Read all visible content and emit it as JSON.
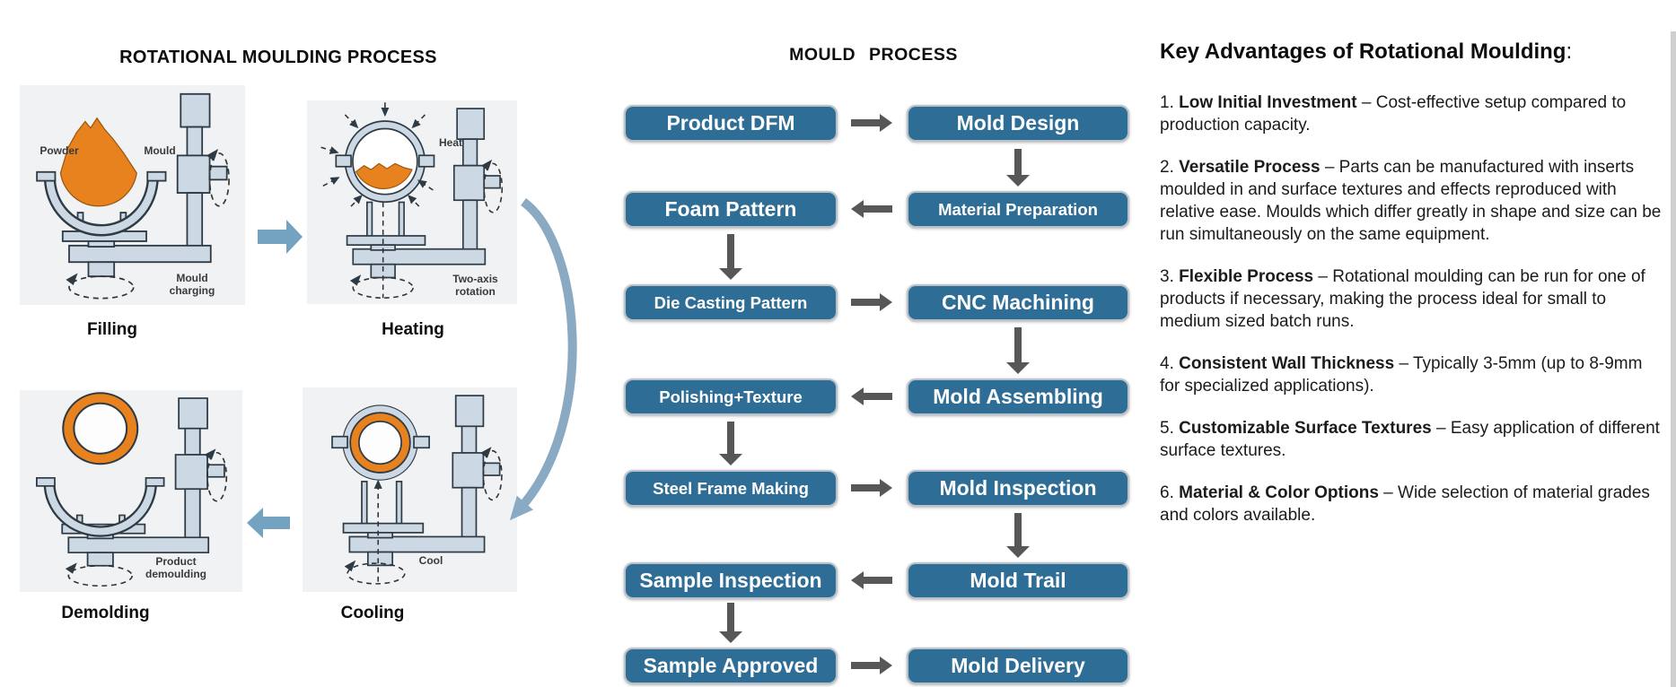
{
  "colors": {
    "flow_box_blue": "#2e6d96",
    "flow_arrow_gray": "#575757",
    "step_arrow_blue": "#74a3c2",
    "curved_arrow_blue": "#8aa9c2",
    "material_orange": "#e8821e",
    "machine_fill": "#ccd9e4",
    "panel_background": "#f0f2f3"
  },
  "rotomoulding": {
    "title": "ROTATIONAL MOULDING PROCESS",
    "steps": [
      {
        "caption": "Filling",
        "labels": [
          "Powder",
          "Mould",
          "Mould charging"
        ]
      },
      {
        "caption": "Heating",
        "labels": [
          "Heat",
          "Two-axis rotation"
        ]
      },
      {
        "caption": "Demolding",
        "labels": [
          "Product demoulding"
        ]
      },
      {
        "caption": "Cooling",
        "labels": [
          "Cool"
        ]
      }
    ]
  },
  "mould_process": {
    "title": "MOULD PROCESS",
    "left_column": [
      "Product DFM",
      "Foam Pattern",
      "Die Casting Pattern",
      "Polishing+Texture",
      "Steel Frame Making",
      "Sample Inspection",
      "Sample Approved"
    ],
    "right_column": [
      "Mold Design",
      "Material Preparation",
      "CNC Machining",
      "Mold Assembling",
      "Mold Inspection",
      "Mold Trail",
      "Mold Delivery"
    ]
  },
  "advantages": {
    "heading": "Key Advantages of Rotational Moulding",
    "heading_suffix": ":",
    "items": [
      {
        "number": "1.",
        "title": "Low Initial Investment",
        "text": "– Cost-effective setup compared to production capacity."
      },
      {
        "number": "2.",
        "title": "Versatile Process",
        "text": "– Parts can be manufactured with inserts moulded in and surface textures and effects reproduced with relative ease. Moulds which differ greatly in shape and size can be run simultaneously on the same equipment."
      },
      {
        "number": "3.",
        "title": "Flexible Process",
        "text": "– Rotational moulding can be run for one of products if necessary, making the process ideal for small to medium sized batch runs."
      },
      {
        "number": "4.",
        "title": "Consistent Wall Thickness",
        "text": "– Typically 3-5mm (up to 8-9mm for specialized applications)."
      },
      {
        "number": "5.",
        "title": "Customizable Surface Textures",
        "text": "– Easy application of different surface textures."
      },
      {
        "number": "6.",
        "title": "Material & Color Options",
        "text": "– Wide selection of material grades and colors available."
      }
    ]
  }
}
